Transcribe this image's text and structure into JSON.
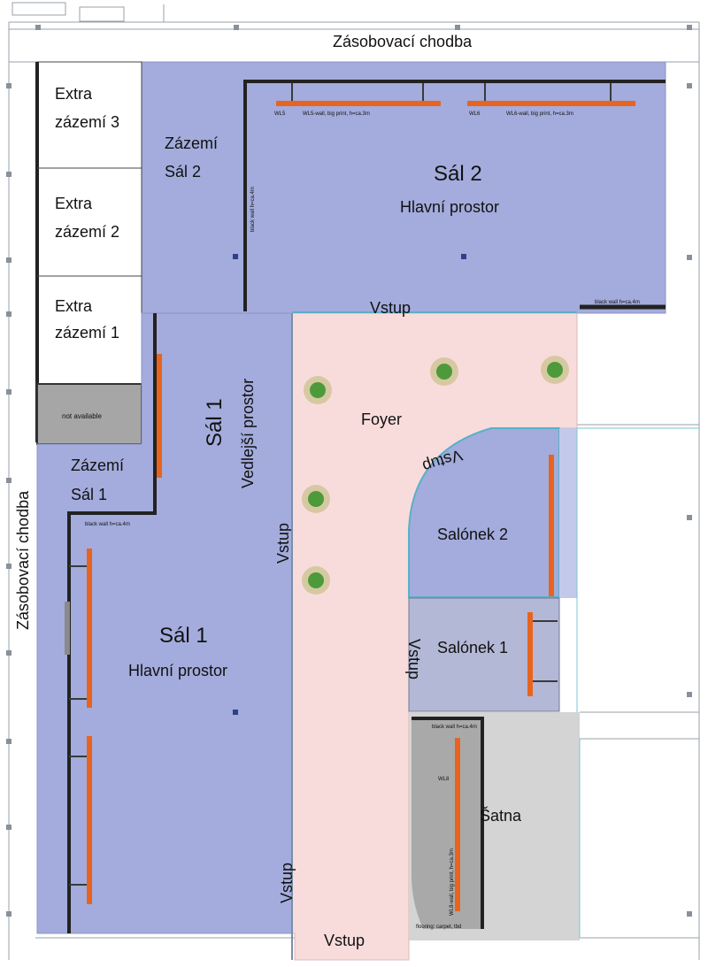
{
  "corridor_top": "Zásobovací chodba",
  "corridor_left": "Zásobovací chodba",
  "extra3": [
    "Extra",
    "zázemí 3"
  ],
  "extra2": [
    "Extra",
    "zázemí 2"
  ],
  "extra1": [
    "Extra",
    "zázemí 1"
  ],
  "not_available": "not available",
  "zazemi_sal2": [
    "Zázemí",
    "Sál 2"
  ],
  "sal2_title": "Sál 2",
  "sal2_subtitle": "Hlavní prostor",
  "wall_wl5": "WL5-wall, big print, h=ca.3m",
  "wall_wl6": "WL6-wall, big print, h=ca.3m",
  "wl5_tag": "WL5",
  "wl6_tag": "WL6",
  "black_wall_sal2_side": "black wall h=ca.4m",
  "black_wall_sal2_bottom": "black wall h=ca.4m",
  "vstup_sal2": "Vstup",
  "sal1_side_title": "Sál 1",
  "sal1_side_subtitle": "Vedlejší prostor",
  "zazemi_sal1": [
    "Zázemí",
    "Sál 1"
  ],
  "black_wall_sal1": "black wall h=ca.4m",
  "vstup_sal1": "Vstup",
  "sal1_title": "Sál 1",
  "sal1_subtitle": "Hlavní prostor",
  "foyer": "Foyer",
  "vstup_salonek2": "Vstup",
  "salonek2": "Salónek 2",
  "salonek1": "Salónek 1",
  "vstup_salonek1": "Vstup",
  "black_wall_satna": "black wall h=ca.4m",
  "wl8_tag": "WL8",
  "wall_wl8": "WL8-wall, big print, h=ca.3m",
  "satna": "Šatna",
  "flooring": "flooring: carpet, tbd",
  "vstup_lower": "Vstup",
  "vstup_main": "Vstup",
  "colors": {
    "hall": "#a3acdc",
    "foyer": "#f8dcdc",
    "salonek1": "#b3b8d6",
    "satna": "#d4d4d4",
    "satna_dark": "#a9a9a9",
    "not_available": "#a6a6a6",
    "wall_panel": "#e8641e",
    "black_wall": "#222222"
  }
}
